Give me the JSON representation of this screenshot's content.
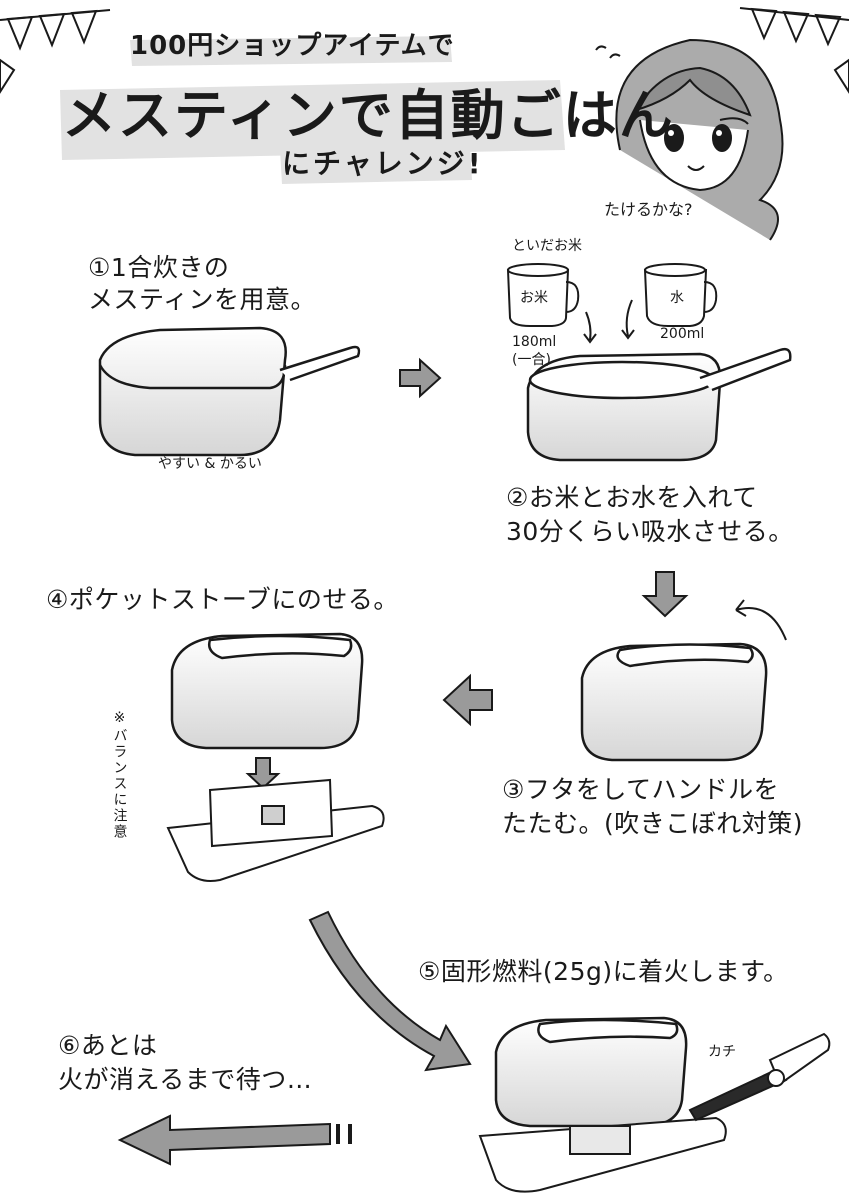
{
  "title": {
    "line1": "100円ショップアイテムで",
    "line2": "メスティンで自動ごはん",
    "line3": "にチャレンジ!"
  },
  "character": {
    "speech": "たけるかな?"
  },
  "steps": {
    "s1_line1": "①1合炊きの",
    "s1_line2": "メスティンを用意。",
    "s1_note": "やすい & かるい",
    "s2_line1": "②お米とお水を入れて",
    "s2_line2": "30分くらい吸水させる。",
    "s2_rice_caption": "といだお米",
    "s2_cup_rice": "お米",
    "s2_cup_water": "水",
    "s2_rice_amount": "180ml",
    "s2_rice_note": "(一合)",
    "s2_water_amount": "200ml",
    "s3_line1": "③フタをしてハンドルを",
    "s3_line2": "たたむ。(吹きこぼれ対策)",
    "s4_line1": "④ポケットストーブにのせる。",
    "s4_note": "※バランスに注意",
    "s5_line1": "⑤固形燃料(25g)に着火します。",
    "s5_sfx": "カチ",
    "s6_line1": "⑥あとは",
    "s6_line2": "火が消えるまで待つ…"
  },
  "colors": {
    "ink": "#1a1a1a",
    "arrow_gray": "#9a9a9a",
    "shadow_gray": "#e2e2e2",
    "hair": "#8f8f8f"
  }
}
